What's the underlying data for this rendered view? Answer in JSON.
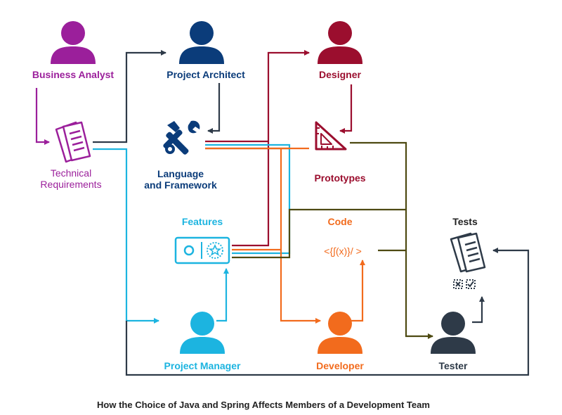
{
  "colors": {
    "purple": "#9b1f9b",
    "navy": "#0b3c7a",
    "maroon": "#9b0e2e",
    "cyan": "#1cb4e0",
    "orange": "#f26b1d",
    "olive": "#4e4a12",
    "dark": "#2e3a48"
  },
  "roles": {
    "business_analyst": "Business Analyst",
    "project_architect": "Project Architect",
    "designer": "Designer",
    "project_manager": "Project Manager",
    "developer": "Developer",
    "tester": "Tester"
  },
  "artifacts": {
    "technical_requirements": [
      "Technical",
      "Requirements"
    ],
    "language_framework": [
      "Language",
      "and Framework"
    ],
    "prototypes": "Prototypes",
    "features": "Features",
    "code": "Code",
    "code_symbol": "<{∫(x)}/ >",
    "tests": "Tests"
  },
  "icons": {
    "person": "person-icon",
    "documents": "documents-icon",
    "tools": "wrench-screwdriver-icon",
    "triangle_ruler": "triangle-ruler-icon",
    "feature_panel": "feature-panel-icon",
    "code": "code-icon",
    "test_marks": "x-check-icon"
  },
  "caption": "How the Choice of Java and Spring Affects Members of a Development Team"
}
